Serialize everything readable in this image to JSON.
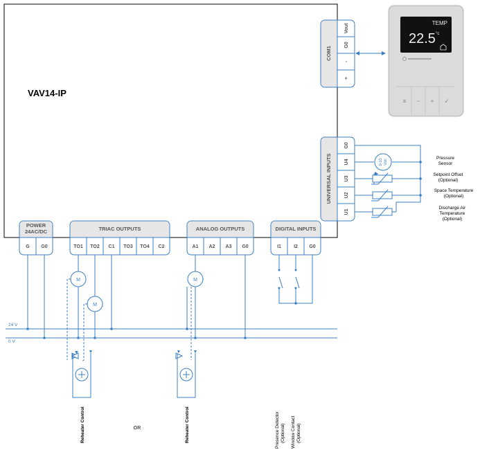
{
  "device": {
    "title": "VAV14-IP"
  },
  "blocks": {
    "power": {
      "title_line1": "POWER",
      "title_line2": "24AC/DC",
      "terminals": [
        "G",
        "G0"
      ]
    },
    "triac": {
      "title": "TRIAC OUTPUTS",
      "terminals": [
        "TO1",
        "TO2",
        "C1",
        "TO3",
        "TO4",
        "C2"
      ]
    },
    "analog": {
      "title": "ANALOG OUTPUTS",
      "terminals": [
        "A1",
        "A2",
        "A3",
        "G0"
      ]
    },
    "digital": {
      "title": "DIGITAL INPUTS",
      "terminals": [
        "I1",
        "I2",
        "G0"
      ]
    },
    "com": {
      "title": "COM1",
      "terminals": [
        "Vout",
        "G0",
        "-",
        "+"
      ]
    },
    "universal": {
      "title": "UNIVERSAL INPUTS",
      "terminals": [
        "G0",
        "U4",
        "U3",
        "U2",
        "U1"
      ]
    }
  },
  "rails": {
    "supply": "24 V",
    "common": "0 V"
  },
  "motor_label": "M",
  "sensor_symbol": {
    "line1": "0-10",
    "line2": "Vdc"
  },
  "sensor_labels": {
    "pressure": [
      "Pressure",
      "Sensor"
    ],
    "setpoint": [
      "Setpoint Offset",
      "(Optional)"
    ],
    "space": [
      "Space Temperature",
      "(Optional)"
    ],
    "discharge": [
      "Discharge Air",
      "Temperature",
      "(Optional)"
    ]
  },
  "bottom_labels": {
    "reheater_1": "Reheater Control",
    "or": "OR",
    "reheater_2": "Reheater Control",
    "presence": [
      "Presence Detector",
      "(Optional)"
    ],
    "window": [
      "Window Contact",
      "(Optional)"
    ]
  },
  "thermostat": {
    "display_label": "TEMP",
    "display_value": "22.5",
    "display_unit": "°c",
    "buttons": [
      "≡",
      "−",
      "+",
      "✓"
    ]
  },
  "colors": {
    "wire": "#3b7fc4",
    "block_header": "#e6e6e6",
    "thermostat_body": "#d6d6d6"
  }
}
